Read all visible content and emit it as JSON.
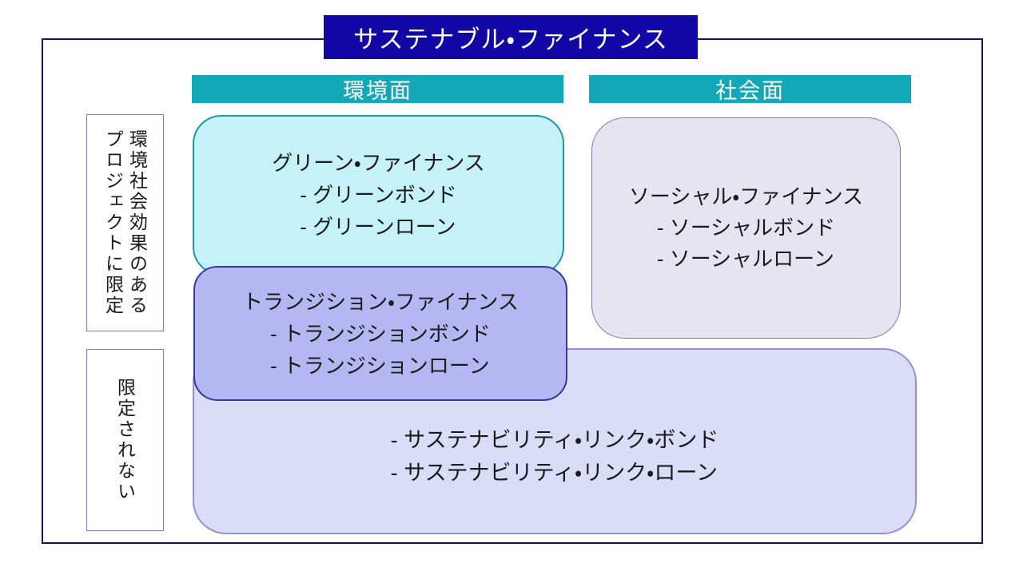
{
  "title": "サステナブル・ファイナンス",
  "columns": {
    "environment": "環境面",
    "social": "社会面"
  },
  "row_labels": {
    "limited_lines": [
      "環境社会効果のある",
      "プロジェクトに限定"
    ],
    "not_limited": "限定されない"
  },
  "boxes": {
    "green": {
      "title": "グリーン・ファイナンス",
      "items": [
        "-  グリーンボンド",
        "-  グリーンローン"
      ]
    },
    "transition": {
      "title": "トランジション・ファイナンス",
      "items": [
        "-  トランジションボンド",
        "-  トランジションローン"
      ]
    },
    "social": {
      "title": "ソーシャル・ファイナンス",
      "items": [
        "-  ソーシャルボンド",
        "-  ソーシャルローン"
      ]
    },
    "sustainability_linked": {
      "items": [
        "-  サステナビリティ・リンク・ボンド",
        "-  サステナビリティ・リンク・ローン"
      ]
    }
  },
  "colors": {
    "banner": "#1208A5",
    "teal": "#13A8B8",
    "cyan_fill": "#C5F2F8",
    "cyan_border": "#1E98A8",
    "purple_fill": "#B5B7F2",
    "purple_border": "#3A36A0",
    "social_fill": "#E6E4F0",
    "social_border": "#8379AE",
    "bottom_fill": "#DBDCF8",
    "bottom_border": "#8F92DB",
    "frame_border": "#12125A",
    "label_border": "#7D7DC8",
    "text": "#1A1A1A"
  }
}
